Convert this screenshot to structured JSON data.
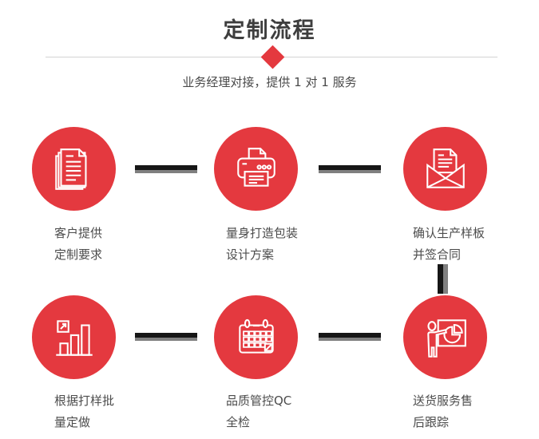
{
  "header": {
    "title": "定制流程",
    "subtitle": "业务经理对接，提供 1 对 1 服务"
  },
  "colors": {
    "accent_red": "#e4393f",
    "divider_gray": "#d3d3d3",
    "connector_dark": "#161616",
    "connector_gray": "#808080",
    "title_text": "#3e3e3e",
    "body_text": "#4c4c4c"
  },
  "steps": [
    {
      "icon": "documents-icon",
      "label_line1": "客户提供",
      "label_line2": "定制要求"
    },
    {
      "icon": "printer-icon",
      "label_line1": "量身打造包装",
      "label_line2": "设计方案"
    },
    {
      "icon": "envelope-icon",
      "label_line1": "确认生产样板",
      "label_line2": "并签合同"
    },
    {
      "icon": "bar-chart-icon",
      "label_line1": "根据打样批",
      "label_line2": "量定做"
    },
    {
      "icon": "calendar-icon",
      "label_line1": "品质管控QC",
      "label_line2": "全检"
    },
    {
      "icon": "presentation-icon",
      "label_line1": "送货服务售",
      "label_line2": "后跟踪"
    }
  ]
}
